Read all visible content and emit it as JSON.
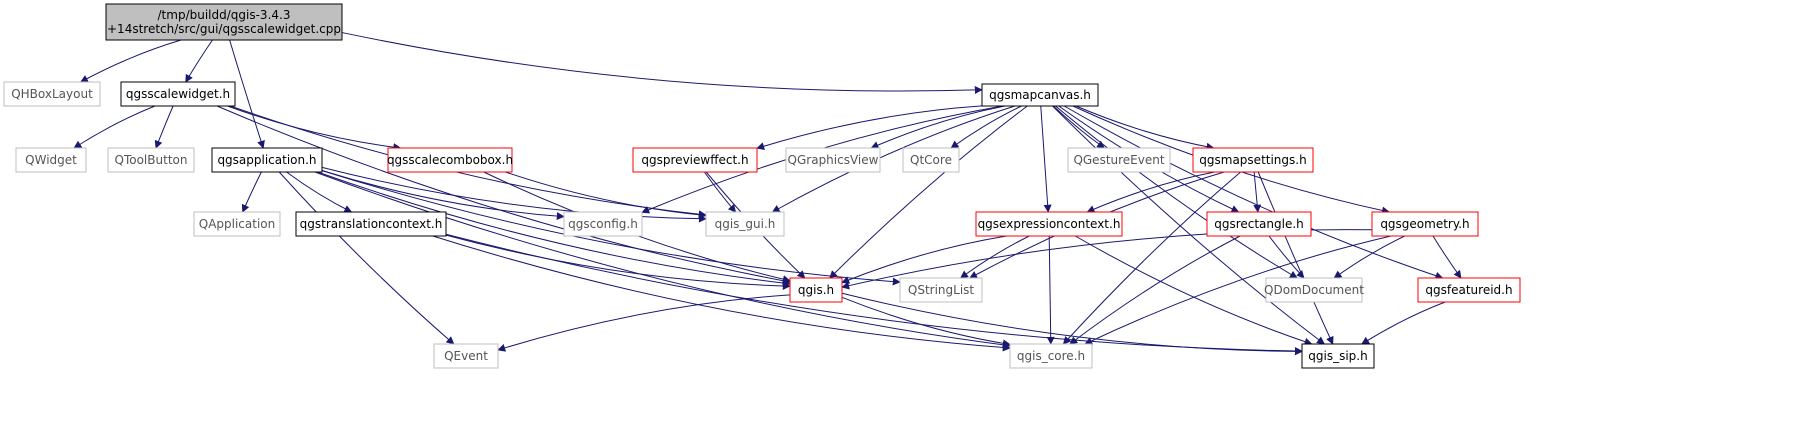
{
  "colors": {
    "edge": "#191970",
    "root_fill": "#bfbfbf",
    "documented_border": "#000000",
    "undocumented_border": "#ff0000",
    "external_border": "#bfbfbf"
  },
  "nodes": [
    {
      "id": "root",
      "kind": "root",
      "lines": [
        "/tmp/buildd/qgis-3.4.3",
        "+14stretch/src/gui/qgsscalewidget.cpp"
      ]
    },
    {
      "id": "qhboxlayout",
      "kind": "external",
      "lines": [
        "QHBoxLayout"
      ]
    },
    {
      "id": "qgsscalewidget",
      "kind": "documented",
      "lines": [
        "qgsscalewidget.h"
      ]
    },
    {
      "id": "qgsmapcanvas",
      "kind": "documented",
      "lines": [
        "qgsmapcanvas.h"
      ]
    },
    {
      "id": "qwidget",
      "kind": "external",
      "lines": [
        "QWidget"
      ]
    },
    {
      "id": "qtoolbutton",
      "kind": "external",
      "lines": [
        "QToolButton"
      ]
    },
    {
      "id": "qgsapplication",
      "kind": "documented",
      "lines": [
        "qgsapplication.h"
      ]
    },
    {
      "id": "qgsscalecombobox",
      "kind": "undocumented",
      "lines": [
        "qgsscalecombobox.h"
      ]
    },
    {
      "id": "qgspreviewEffect",
      "kind": "undocumented",
      "lines": [
        "qgspreviewffect.h"
      ]
    },
    {
      "id": "qgraphicsview",
      "kind": "external",
      "lines": [
        "QGraphicsView"
      ]
    },
    {
      "id": "qtcore",
      "kind": "external",
      "lines": [
        "QtCore"
      ]
    },
    {
      "id": "qgestureevent",
      "kind": "external",
      "lines": [
        "QGestureEvent"
      ]
    },
    {
      "id": "qgsmapsettings",
      "kind": "undocumented",
      "lines": [
        "qgsmapsettings.h"
      ]
    },
    {
      "id": "qapplication",
      "kind": "external",
      "lines": [
        "QApplication"
      ]
    },
    {
      "id": "qgstranslationcontext",
      "kind": "documented",
      "lines": [
        "qgstranslationcontext.h"
      ]
    },
    {
      "id": "qgsconfig",
      "kind": "external",
      "lines": [
        "qgsconfig.h"
      ]
    },
    {
      "id": "qgis_gui",
      "kind": "external",
      "lines": [
        "qgis_gui.h"
      ]
    },
    {
      "id": "qgsexpressioncontext",
      "kind": "undocumented",
      "lines": [
        "qgsexpressioncontext.h"
      ]
    },
    {
      "id": "qgsrectangle",
      "kind": "undocumented",
      "lines": [
        "qgsrectangle.h"
      ]
    },
    {
      "id": "qgsgeometry",
      "kind": "undocumented",
      "lines": [
        "qgsgeometry.h"
      ]
    },
    {
      "id": "qgis",
      "kind": "undocumented",
      "lines": [
        "qgis.h"
      ]
    },
    {
      "id": "qstringlist",
      "kind": "external",
      "lines": [
        "QStringList"
      ]
    },
    {
      "id": "qdomdocument",
      "kind": "external",
      "lines": [
        "QDomDocument"
      ]
    },
    {
      "id": "qgsfeatureid",
      "kind": "undocumented",
      "lines": [
        "qgsfeatureid.h"
      ]
    },
    {
      "id": "qevent",
      "kind": "external",
      "lines": [
        "QEvent"
      ]
    },
    {
      "id": "qgis_core",
      "kind": "external",
      "lines": [
        "qgis_core.h"
      ]
    },
    {
      "id": "qgis_sip",
      "kind": "documented",
      "lines": [
        "qgis_sip.h"
      ]
    }
  ],
  "edges": [
    [
      "root",
      "qhboxlayout"
    ],
    [
      "root",
      "qgsscalewidget"
    ],
    [
      "root",
      "qgsapplication"
    ],
    [
      "root",
      "qgsmapcanvas"
    ],
    [
      "qgsscalewidget",
      "qwidget"
    ],
    [
      "qgsscalewidget",
      "qtoolbutton"
    ],
    [
      "qgsscalewidget",
      "qgsscalecombobox"
    ],
    [
      "qgsscalewidget",
      "qgis_gui"
    ],
    [
      "qgsscalewidget",
      "qgis"
    ],
    [
      "qgsmapcanvas",
      "qgspreviewEffect"
    ],
    [
      "qgsmapcanvas",
      "qgraphicsview"
    ],
    [
      "qgsmapcanvas",
      "qtcore"
    ],
    [
      "qgsmapcanvas",
      "qgestureevent"
    ],
    [
      "qgsmapcanvas",
      "qgsmapsettings"
    ],
    [
      "qgsmapcanvas",
      "qgsexpressioncontext"
    ],
    [
      "qgsmapcanvas",
      "qgsrectangle"
    ],
    [
      "qgsmapcanvas",
      "qgsgeometry"
    ],
    [
      "qgsmapcanvas",
      "qgsfeatureid"
    ],
    [
      "qgsmapcanvas",
      "qdomdocument"
    ],
    [
      "qgsmapcanvas",
      "qgis"
    ],
    [
      "qgsmapcanvas",
      "qgis_gui"
    ],
    [
      "qgsmapcanvas",
      "qgsconfig"
    ],
    [
      "qgsmapcanvas",
      "qgis_sip"
    ],
    [
      "qgsapplication",
      "qapplication"
    ],
    [
      "qgsapplication",
      "qgstranslationcontext"
    ],
    [
      "qgsapplication",
      "qgsconfig"
    ],
    [
      "qgsapplication",
      "qgis"
    ],
    [
      "qgsapplication",
      "qgis_core"
    ],
    [
      "qgsapplication",
      "qevent"
    ],
    [
      "qgsapplication",
      "qstringlist"
    ],
    [
      "qgsapplication",
      "qgis_gui"
    ],
    [
      "qgsscalecombobox",
      "qgis_gui"
    ],
    [
      "qgsscalecombobox",
      "qgis"
    ],
    [
      "qgspreviewEffect",
      "qgis_gui"
    ],
    [
      "qgspreviewEffect",
      "qgis"
    ],
    [
      "qgstranslationcontext",
      "qgis"
    ],
    [
      "qgstranslationcontext",
      "qgis_core"
    ],
    [
      "qgstranslationcontext",
      "qgis_sip"
    ],
    [
      "qgsmapsettings",
      "qgsexpressioncontext"
    ],
    [
      "qgsmapsettings",
      "qgsrectangle"
    ],
    [
      "qgsmapsettings",
      "qstringlist"
    ],
    [
      "qgsmapsettings",
      "qgis_core"
    ],
    [
      "qgsmapsettings",
      "qgis_sip"
    ],
    [
      "qgsexpressioncontext",
      "qgis"
    ],
    [
      "qgsexpressioncontext",
      "qstringlist"
    ],
    [
      "qgsexpressioncontext",
      "qgis_core"
    ],
    [
      "qgsexpressioncontext",
      "qgis_sip"
    ],
    [
      "qgsrectangle",
      "qdomdocument"
    ],
    [
      "qgsrectangle",
      "qgis_core"
    ],
    [
      "qgsgeometry",
      "qgis"
    ],
    [
      "qgsgeometry",
      "qdomdocument"
    ],
    [
      "qgsgeometry",
      "qgsfeatureid"
    ],
    [
      "qgsgeometry",
      "qgis_core"
    ],
    [
      "qgsfeatureid",
      "qgis_sip"
    ],
    [
      "qgis",
      "qevent"
    ],
    [
      "qgis",
      "qgis_core"
    ],
    [
      "qgis",
      "qgis_sip"
    ]
  ]
}
